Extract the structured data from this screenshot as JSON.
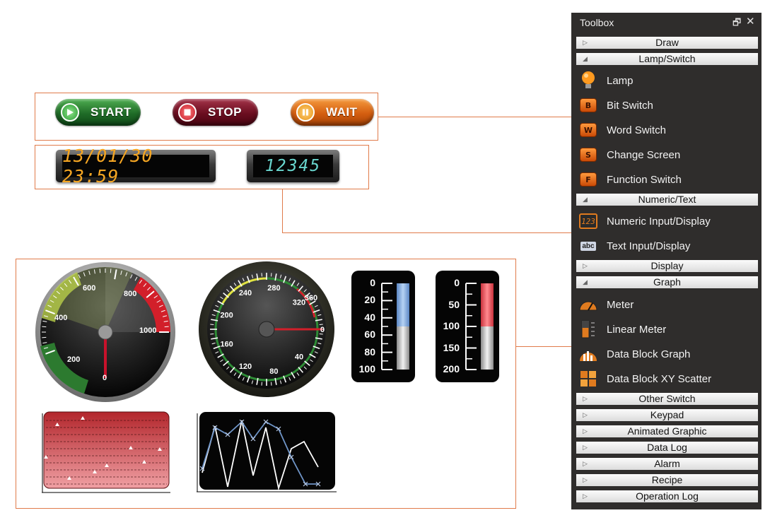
{
  "buttons": {
    "start_label": "START",
    "stop_label": "STOP",
    "wait_label": "WAIT"
  },
  "displays": {
    "datetime": "13/01/30 23:59",
    "numeric": "12345"
  },
  "meter1": {
    "ticks": [
      "200",
      "400",
      "600",
      "800",
      "1000"
    ],
    "zero_label": "0"
  },
  "meter2": {
    "ticks": [
      "0",
      "40",
      "80",
      "120",
      "160",
      "200",
      "240",
      "280",
      "320",
      "360"
    ]
  },
  "linear1": {
    "ticks": [
      "0",
      "20",
      "40",
      "60",
      "80",
      "100"
    ],
    "level": 0.5
  },
  "linear2": {
    "ticks": [
      "0",
      "50",
      "100",
      "150",
      "200"
    ],
    "level": 0.5
  },
  "toolbox": {
    "title": "Toolbox",
    "categories": {
      "draw": "Draw",
      "lamp_switch": "Lamp/Switch",
      "numeric_text": "Numeric/Text",
      "display": "Display",
      "graph": "Graph",
      "other_switch": "Other Switch",
      "keypad": "Keypad",
      "animated_graphic": "Animated Graphic",
      "data_log": "Data Log",
      "alarm": "Alarm",
      "recipe": "Recipe",
      "operation_log": "Operation Log"
    },
    "items": {
      "lamp": "Lamp",
      "bit_switch": "Bit Switch",
      "word_switch": "Word Switch",
      "change_screen": "Change Screen",
      "function_switch": "Function Switch",
      "numeric_input": "Numeric Input/Display",
      "text_input": "Text Input/Display",
      "meter": "Meter",
      "linear_meter": "Linear Meter",
      "data_block_graph": "Data Block Graph",
      "data_block_xy": "Data Block XY Scatter"
    },
    "icon_letters": {
      "bit": "B",
      "word": "W",
      "screen": "S",
      "function": "F",
      "text": "abc"
    }
  },
  "colors": {
    "accent_line": "#e07b4a",
    "toolbox_bg": "#2f2d2c"
  }
}
